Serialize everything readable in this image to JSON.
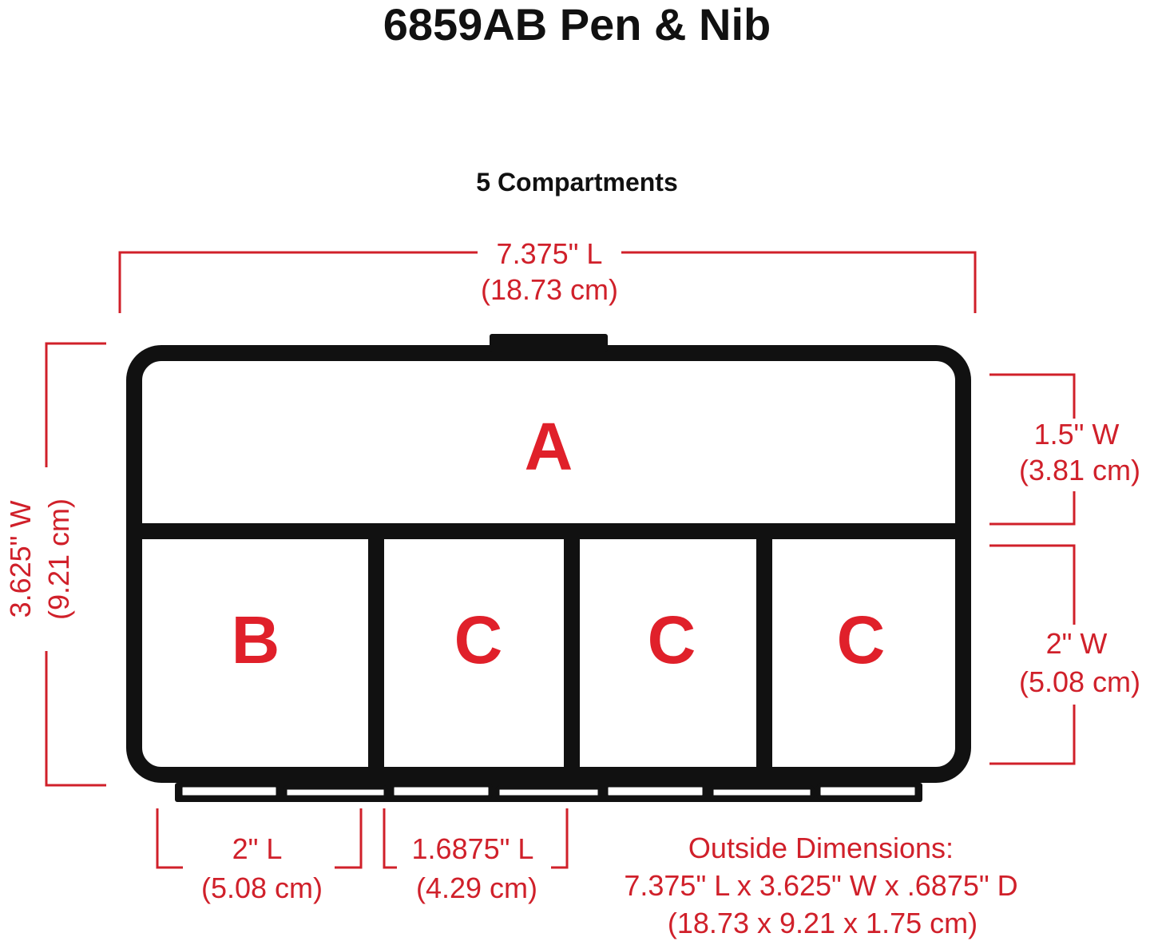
{
  "title": "6859AB Pen & Nib",
  "subtitle": "5 Compartments",
  "colors": {
    "outline": "#111111",
    "dimension": "#d0202a",
    "label": "#e0202a"
  },
  "compartments": [
    {
      "label": "A"
    },
    {
      "label": "B"
    },
    {
      "label": "C"
    },
    {
      "label": "C"
    },
    {
      "label": "C"
    }
  ],
  "dimensions": {
    "overall_length": {
      "in": "7.375\" L",
      "cm": "(18.73 cm)"
    },
    "overall_width": {
      "in": "3.625\" W",
      "cm": "(9.21 cm)"
    },
    "a_width": {
      "in": "1.5\" W",
      "cm": "(3.81 cm)"
    },
    "bc_width": {
      "in": "2\" W",
      "cm": "(5.08 cm)"
    },
    "b_length": {
      "in": "2\" L",
      "cm": "(5.08 cm)"
    },
    "c_length": {
      "in": "1.6875\" L",
      "cm": "(4.29 cm)"
    }
  },
  "outside": {
    "heading": "Outside Dimensions:",
    "imperial": "7.375\" L x 3.625\" W x .6875\" D",
    "metric": "(18.73 x 9.21 x 1.75 cm)"
  }
}
